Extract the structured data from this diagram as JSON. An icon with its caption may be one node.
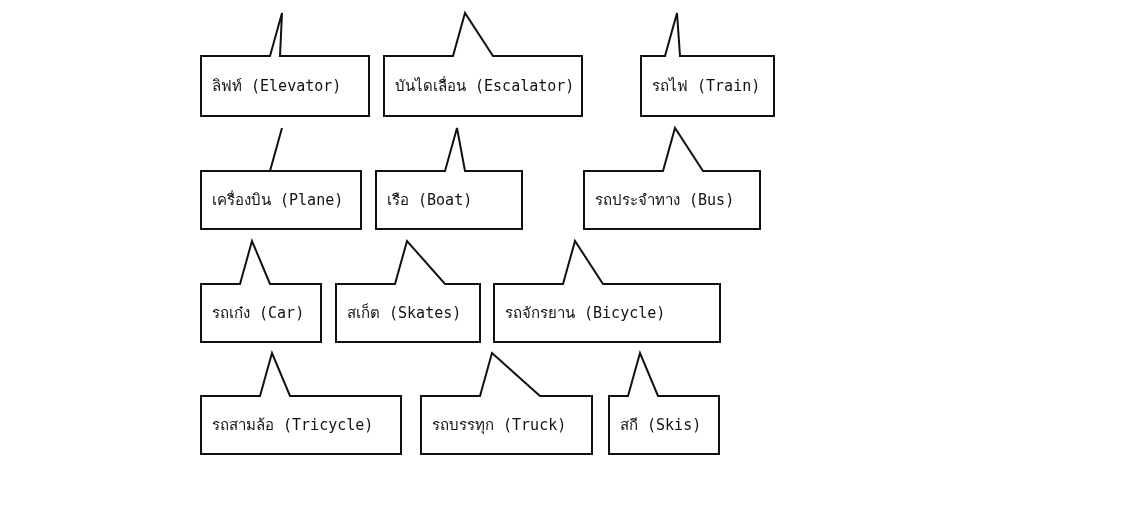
{
  "diagram": {
    "nodes": [
      {
        "text": [
          "ลิฟท์ (Elevator)"
        ]
      },
      {
        "text": [
          "บันไดเลื่อน (Escalator)"
        ]
      },
      {
        "text": [
          "รถไฟ (Train)"
        ]
      },
      {
        "text": [
          "เครื่องบิน (Plane)"
        ]
      },
      {
        "text": [
          "เรือ (Boat)"
        ]
      },
      {
        "text": [
          "รถประจำทาง (Bus)"
        ]
      },
      {
        "text": [
          "รถเก๋ง (Car)"
        ]
      },
      {
        "text": [
          "สเก็ต (Skates)"
        ]
      },
      {
        "text": [
          "รถจักรยาน (Bicycle)"
        ]
      },
      {
        "text": [
          "รถสามล้อ (Tricycle)"
        ]
      },
      {
        "text": [
          "รถบรรทุก (Truck)"
        ]
      },
      {
        "text": [
          "สกี (Skis)"
        ]
      }
    ]
  }
}
